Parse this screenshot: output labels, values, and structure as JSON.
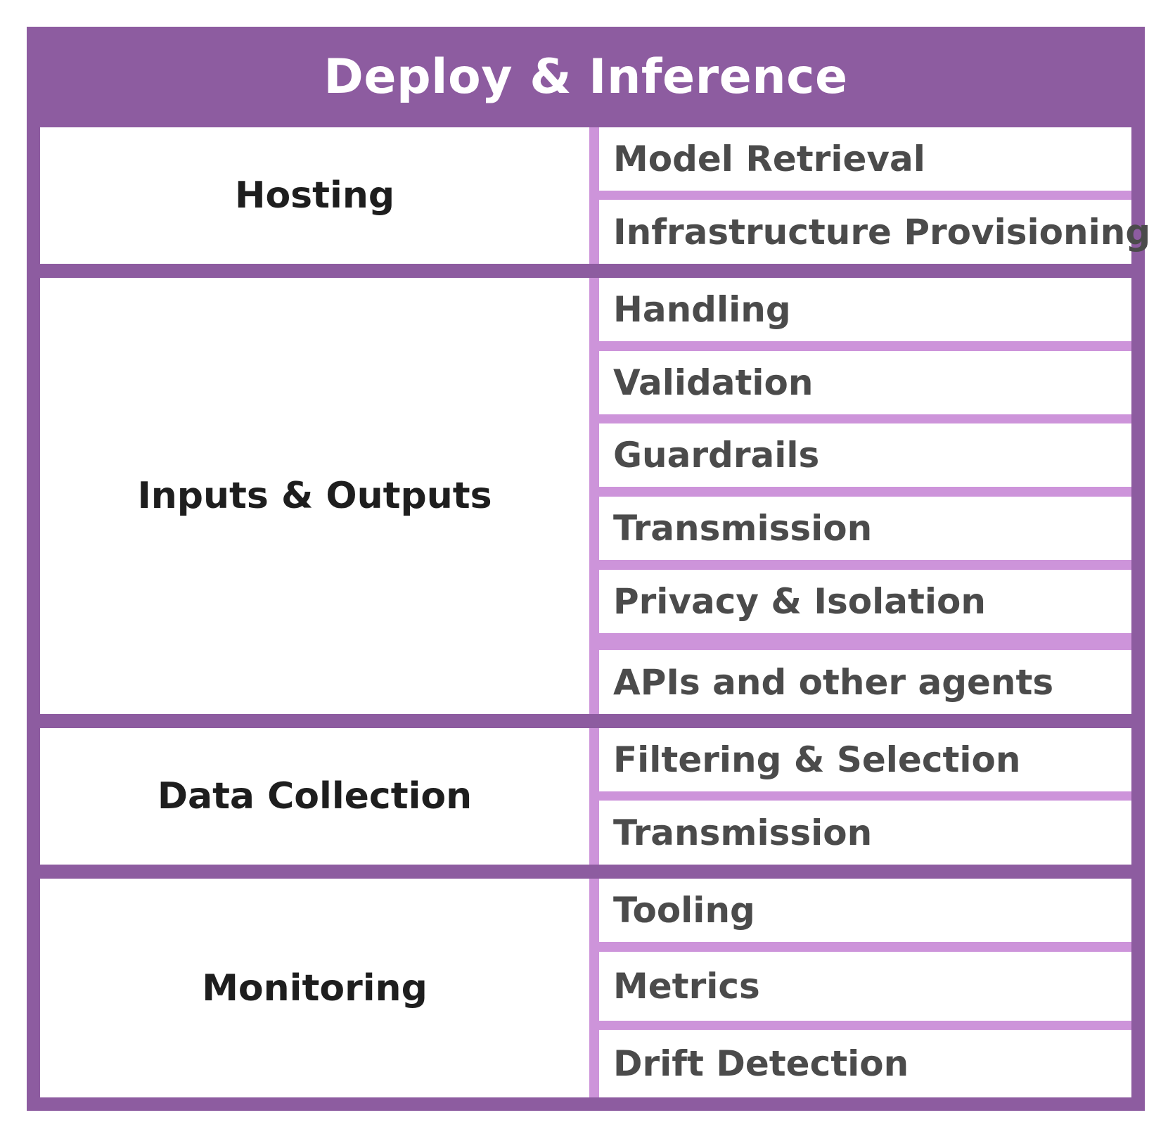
{
  "title": "Deploy & Inference",
  "colors": {
    "frame": "#8d5ca0",
    "divider": "#cd94da",
    "cell": "#ffffff",
    "group_text": "#1e1e1e",
    "item_text": "#4b4b4b"
  },
  "groups": [
    {
      "label": "Hosting",
      "items": [
        "Model Retrieval",
        "Infrastructure Provisioning"
      ]
    },
    {
      "label": "Inputs & Outputs",
      "items": [
        "Handling",
        "Validation",
        "Guardrails",
        "Transmission",
        "Privacy & Isolation",
        "APIs and other agents"
      ]
    },
    {
      "label": "Data Collection",
      "items": [
        "Filtering & Selection",
        "Transmission"
      ]
    },
    {
      "label": "Monitoring",
      "items": [
        "Tooling",
        "Metrics",
        "Drift Detection"
      ]
    }
  ]
}
